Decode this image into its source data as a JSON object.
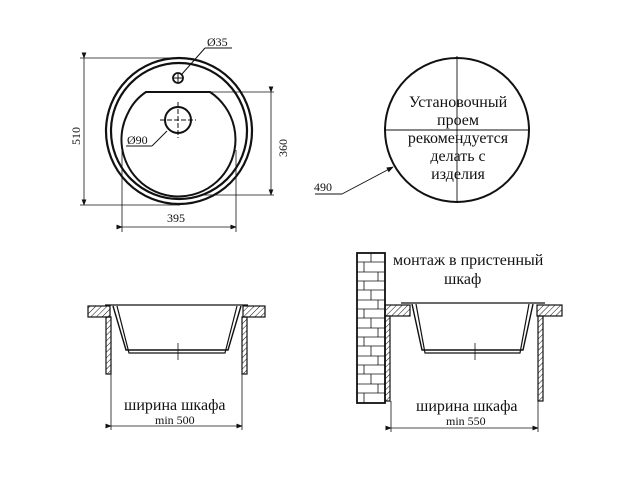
{
  "top_view": {
    "dim_height": "510",
    "dim_bowl_depth": "360",
    "dim_bowl_width": "395",
    "dim_tap_hole": "Ø35",
    "dim_drain": "Ø90"
  },
  "cutout_view": {
    "note_lines": [
      "Установочный",
      "проем",
      "рекомендуется",
      "делать с",
      "изделия"
    ],
    "dim_diameter": "490"
  },
  "section_freestanding": {
    "width_label": "ширина шкафа",
    "min_label": "min 500"
  },
  "section_wall": {
    "title_line1": "монтаж в пристенный",
    "title_line2": "шкаф",
    "width_label": "ширина шкафа",
    "min_label": "min 550"
  },
  "colors": {
    "line": "#111111",
    "background": "#ffffff"
  }
}
